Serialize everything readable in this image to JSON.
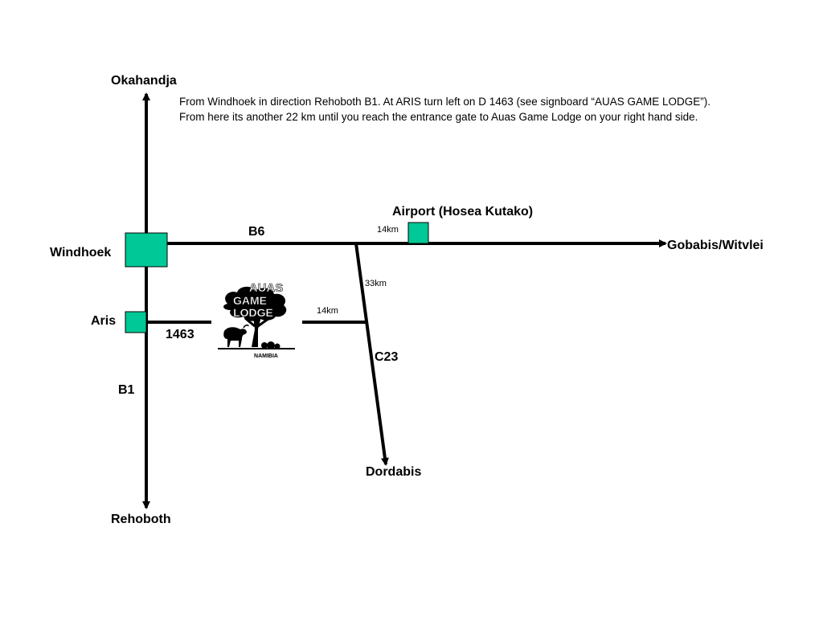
{
  "description": {
    "line1": "From Windhoek in direction Rehoboth B1. At ARIS turn left on D 1463 (see signboard “AUAS GAME LODGE”).",
    "line2": "From here its another 22 km until you reach the entrance gate to Auas Game Lodge on your right hand side."
  },
  "places": {
    "okahandja": "Okahandja",
    "windhoek": "Windhoek",
    "aris": "Aris",
    "rehoboth": "Rehoboth",
    "airport": "Airport (Hosea Kutako)",
    "gobabis": "Gobabis/Witvlei",
    "dordabis": "Dordabis"
  },
  "roads": {
    "b6": "B6",
    "b1": "B1",
    "d1463": "1463",
    "c23": "C23"
  },
  "distances": {
    "airport": "14km",
    "c23_north": "33km",
    "lodge": "14km"
  },
  "logo": {
    "line1": "AUAS",
    "line2": "GAME",
    "line3": "LODGE",
    "country": "NAMIBIA"
  },
  "colors": {
    "node": "#00c896",
    "road": "#000000"
  }
}
